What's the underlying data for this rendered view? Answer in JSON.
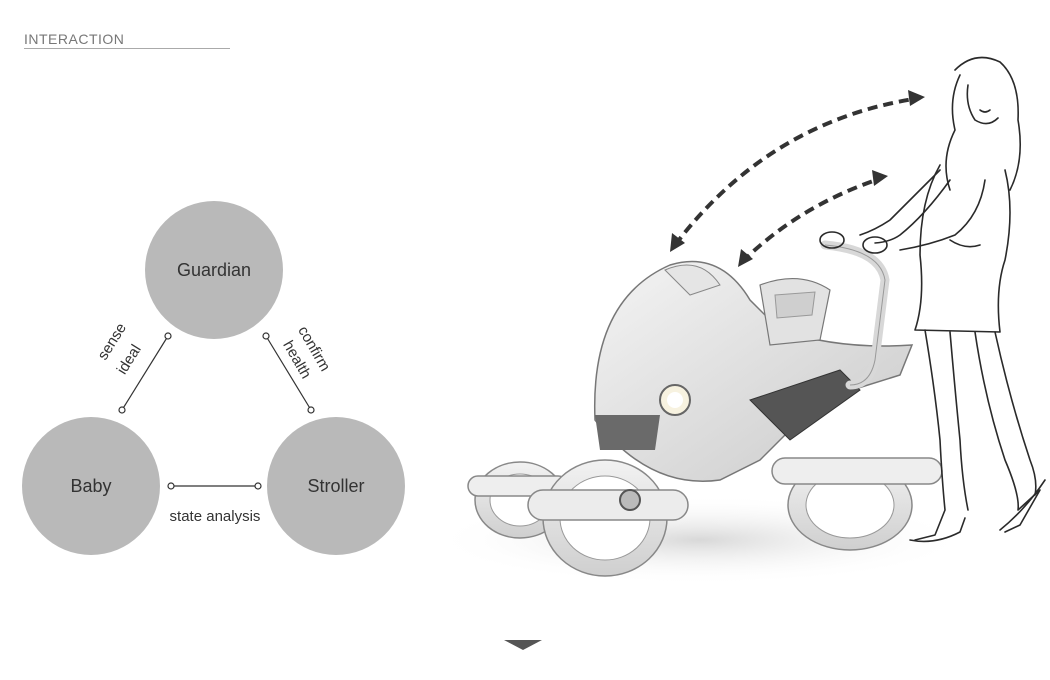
{
  "header": {
    "title": "INTERACTION"
  },
  "diagram": {
    "nodes": {
      "guardian": "Guardian",
      "baby": "Baby",
      "stroller": "Stroller"
    },
    "edges": {
      "guardian_baby": [
        "sense",
        "ideal"
      ],
      "guardian_stroller": [
        "confirm",
        "health"
      ],
      "baby_stroller": "state analysis"
    },
    "node_color": "#b8b8b8"
  },
  "illustration": {
    "subject": "woman pushing three-wheeled smart stroller",
    "icons": [
      "double-headed-dashed-arrow-icon",
      "double-headed-dashed-arrow-icon"
    ]
  },
  "navigation": {
    "next_icon": "down-triangle-icon"
  }
}
